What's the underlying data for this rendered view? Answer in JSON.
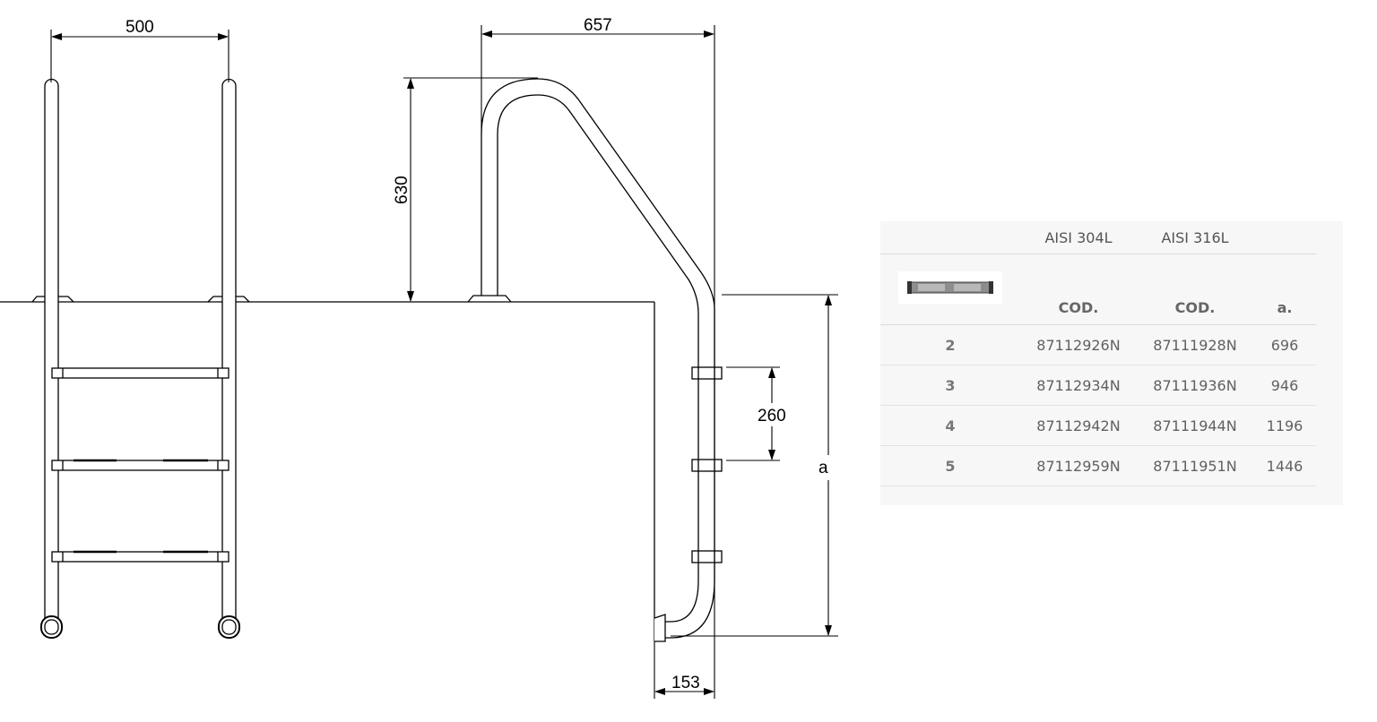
{
  "drawing": {
    "dimensions": {
      "ladder_width": "500",
      "overhang": "657",
      "handrail_height": "630",
      "step_spacing": "260",
      "depth": "a",
      "bottom_offset": "153"
    }
  },
  "table": {
    "material_headers": [
      "AISI 304L",
      "AISI 316L"
    ],
    "column_headers": [
      "COD.",
      "COD.",
      "a."
    ],
    "thumbnail_icon": "ladder-step-icon",
    "rows": [
      {
        "steps": "2",
        "cod_304l": "87112926N",
        "cod_316l": "87111928N",
        "a": "696"
      },
      {
        "steps": "3",
        "cod_304l": "87112934N",
        "cod_316l": "87111936N",
        "a": "946"
      },
      {
        "steps": "4",
        "cod_304l": "87112942N",
        "cod_316l": "87111944N",
        "a": "1196"
      },
      {
        "steps": "5",
        "cod_304l": "87112959N",
        "cod_316l": "87111951N",
        "a": "1446"
      }
    ]
  },
  "colors": {
    "line": "#000000",
    "table_bg": "#f7f7f7",
    "table_text": "#616161"
  }
}
